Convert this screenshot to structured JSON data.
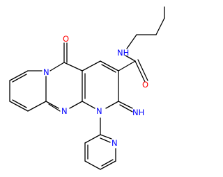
{
  "structure": {
    "atoms": [
      {
        "id": "o_ketone",
        "text": "O",
        "color": "#ff0000"
      },
      {
        "id": "n_ring_fused",
        "text": "N",
        "color": "#0000ff"
      },
      {
        "id": "n_ring_mid",
        "text": "N",
        "color": "#0000ff"
      },
      {
        "id": "n1",
        "text": "N",
        "color": "#0000ff"
      },
      {
        "id": "nh_amide",
        "text": "NH",
        "color": "#0000ff"
      },
      {
        "id": "h_amide",
        "text": "H",
        "color": "#0000ff"
      },
      {
        "id": "o_amide",
        "text": "O",
        "color": "#ff0000"
      },
      {
        "id": "nh_imine",
        "text": "NH",
        "color": "#0000ff"
      },
      {
        "id": "n_pyridine",
        "text": "N",
        "color": "#0000ff"
      }
    ],
    "bond_color": "#000000"
  }
}
